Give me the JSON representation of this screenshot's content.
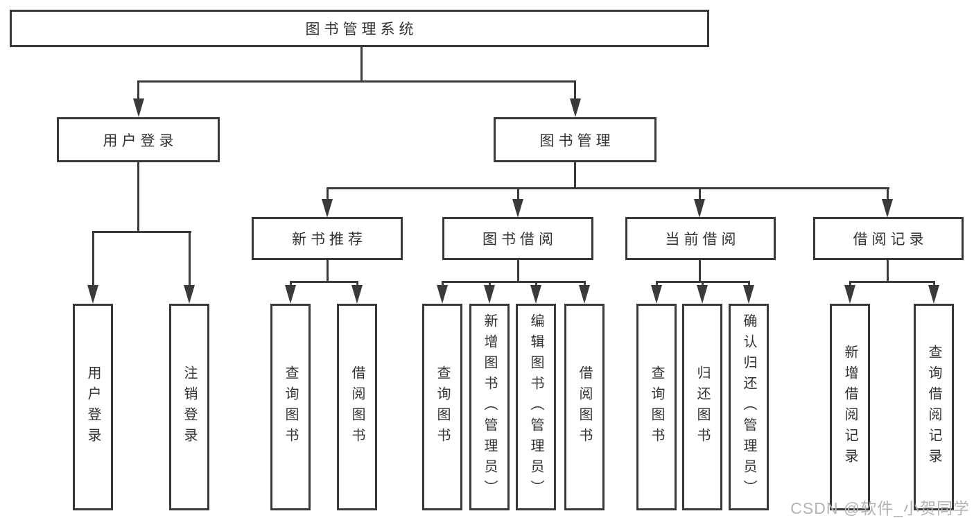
{
  "diagram": {
    "title": "图书管理系统",
    "nodes": {
      "root": "图书管理系统",
      "user_login": "用户登录",
      "book_mgmt": "图书管理",
      "new_book_rec": "新书推荐",
      "book_borrow": "图书借阅",
      "current_borrow": "当前借阅",
      "borrow_records": "借阅记录"
    },
    "leaves": {
      "login": "用户登录",
      "logout": "注销登录",
      "rec_query_books": "查询图书",
      "rec_borrow_books": "借阅图书",
      "bb_query_books": "查询图书",
      "bb_add_books_admin": "新增图书（管理员）",
      "bb_edit_books_admin": "编辑图书（管理员）",
      "bb_borrow_books": "借阅图书",
      "cb_query_books": "查询图书",
      "cb_return_books": "归还图书",
      "cb_confirm_return_admin": "确认归还（管理员）",
      "br_add_record": "新增借阅记录",
      "br_query_record": "查询借阅记录"
    },
    "colors": {
      "line": "#3a3a3a",
      "text": "#333333",
      "box_background": "#ffffff",
      "watermark": "#b3b3b3"
    }
  },
  "watermark": "CSDN @软件_小贺同学"
}
